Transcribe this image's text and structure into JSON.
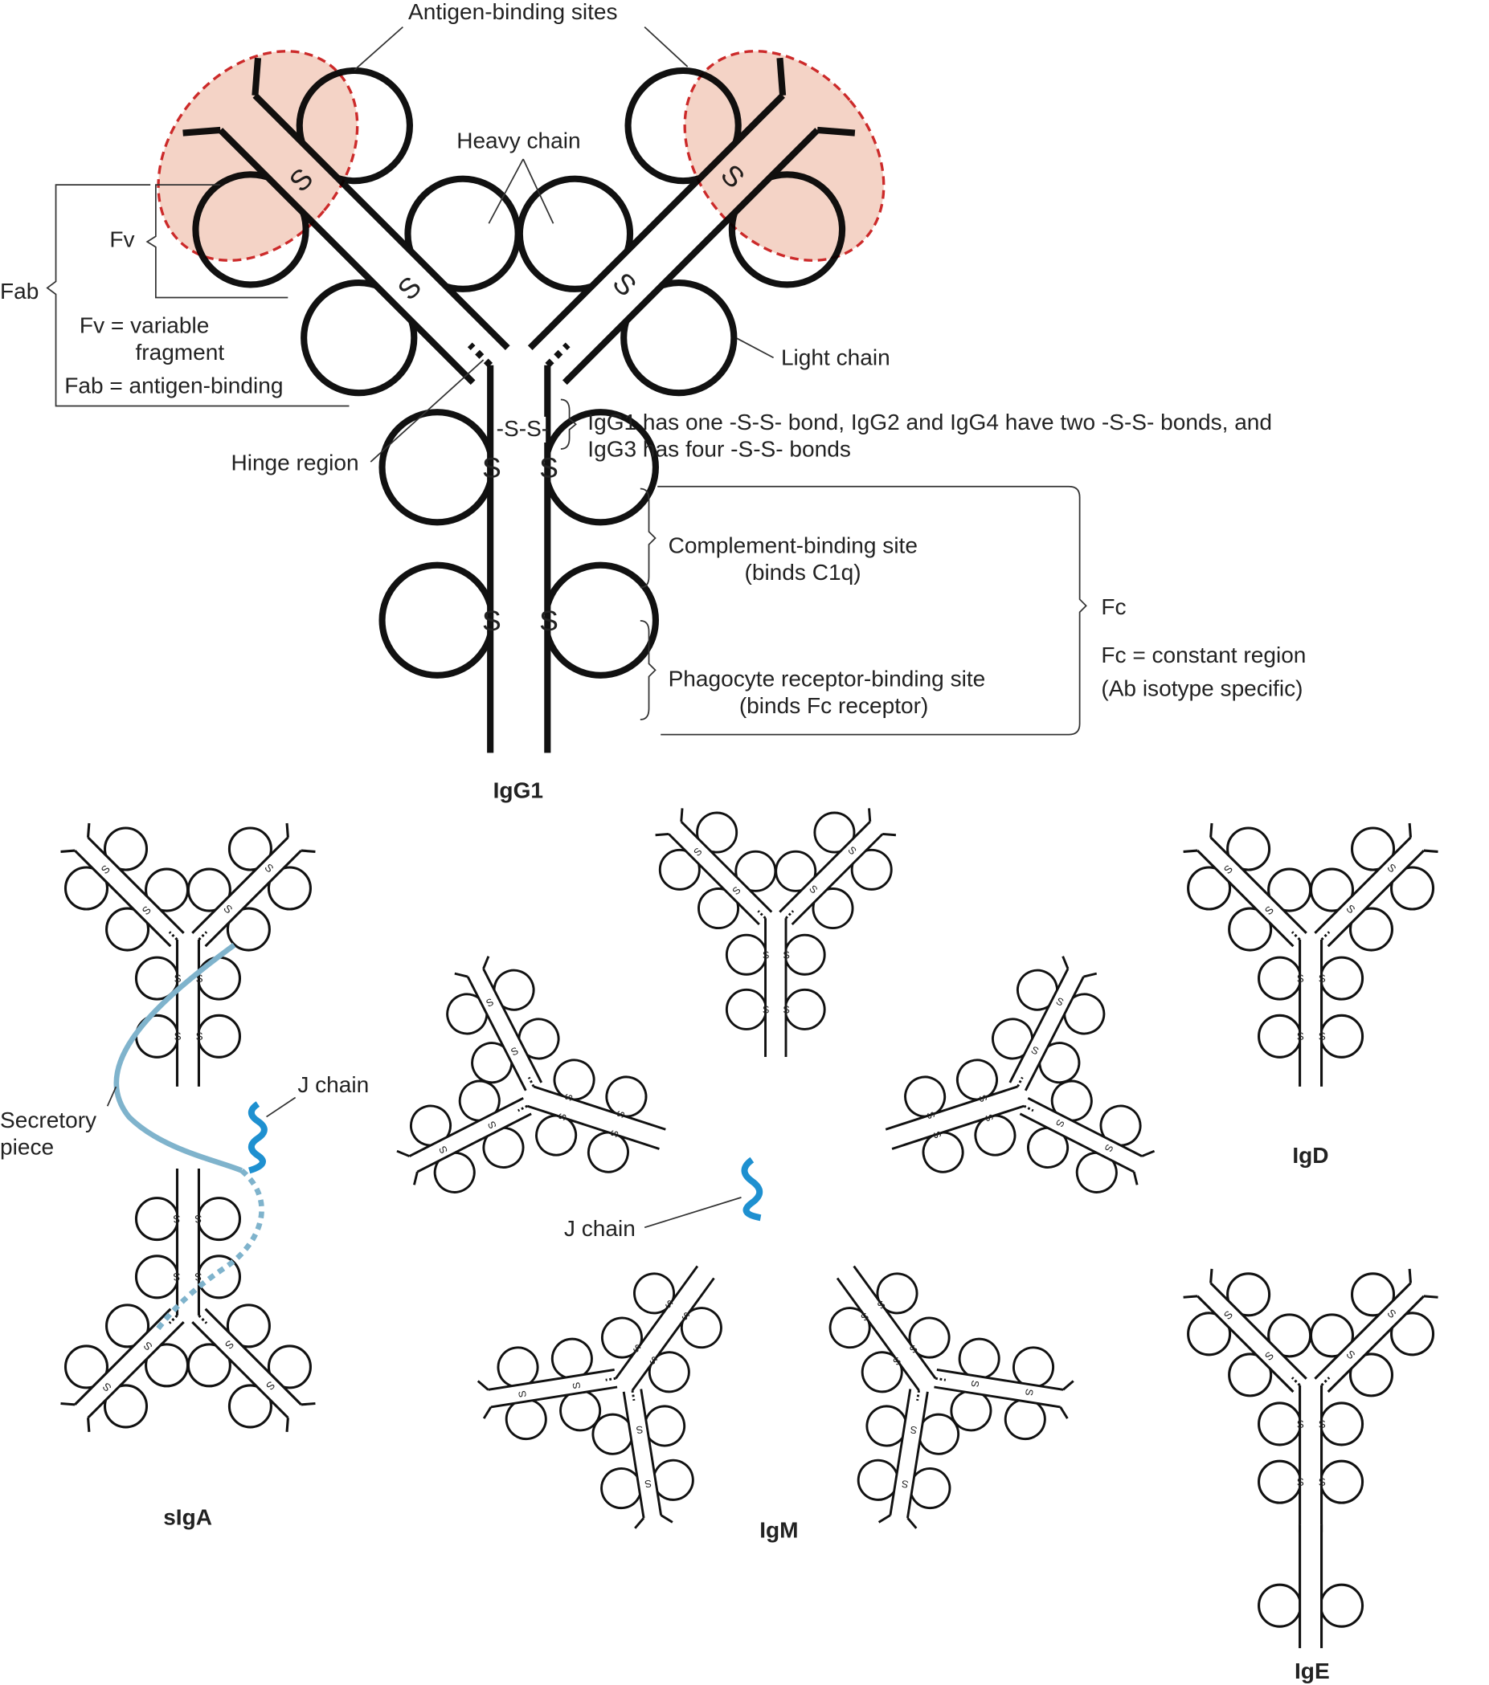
{
  "labels": {
    "antigen_binding_sites": "Antigen-binding sites",
    "heavy_chain": "Heavy chain",
    "light_chain": "Light chain",
    "fv": "Fv",
    "fab": "Fab",
    "fv_def_1": "Fv = variable",
    "fv_def_2": "fragment",
    "fab_def": "Fab = antigen-binding",
    "hinge_region": "Hinge region",
    "ss": "-S-S-",
    "ss_note_1": "IgG1 has one -S-S- bond, IgG2 and IgG4 have two -S-S- bonds, and",
    "ss_note_2": "IgG3 has four -S-S- bonds",
    "complement_1": "Complement-binding site",
    "complement_2": "(binds C1q)",
    "phagocyte_1": "Phagocyte receptor-binding site",
    "phagocyte_2": "(binds Fc receptor)",
    "fc": "Fc",
    "fc_def_1": "Fc = constant region",
    "fc_def_2": "(Ab isotype specific)",
    "j_chain": "J chain",
    "secretory_1": "Secretory",
    "secretory_2": "piece"
  },
  "isotypes": {
    "igg1": "IgG1",
    "siga": "sIgA",
    "igm": "IgM",
    "igd": "IgD",
    "ige": "IgE"
  },
  "colors": {
    "antigen_site_fill": "#f4d3c6",
    "antigen_site_stroke": "#cc2a2a",
    "secretory_piece": "#7fb3cc",
    "j_chain": "#1e90d0"
  }
}
